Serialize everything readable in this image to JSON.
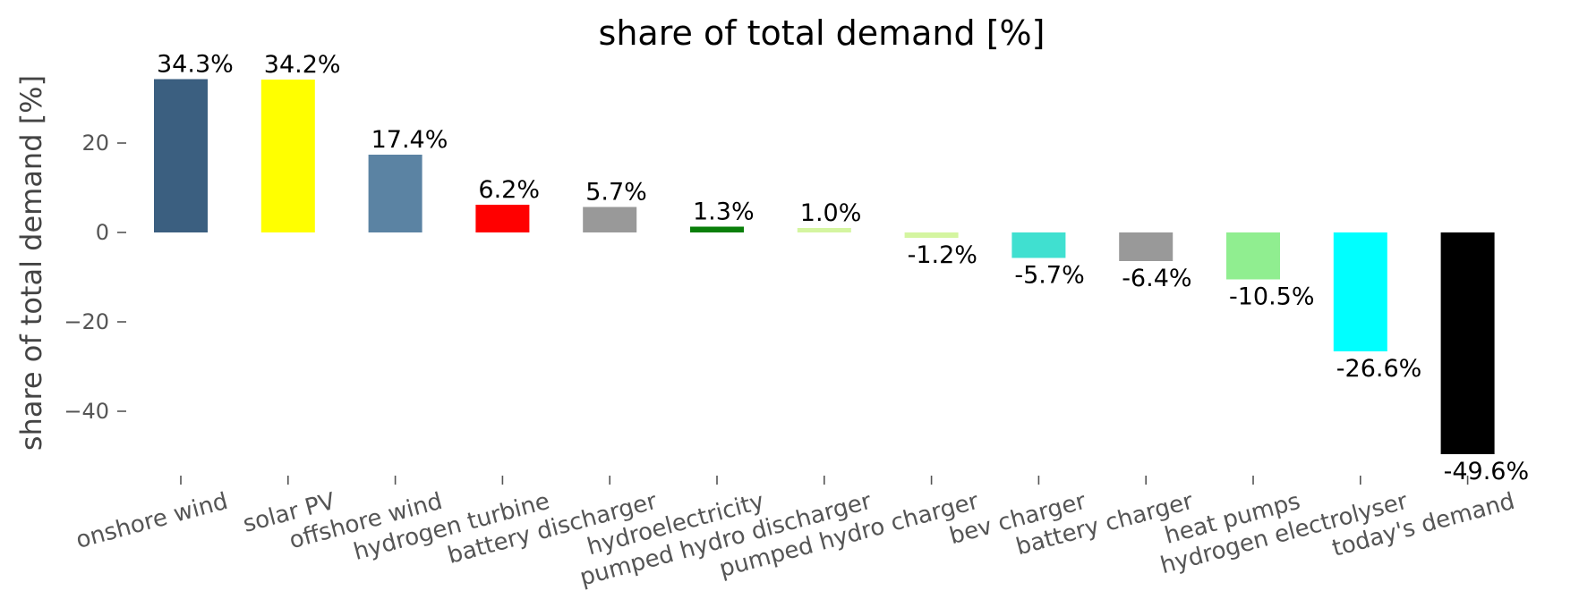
{
  "chart_data": {
    "type": "bar",
    "title": "share of total demand [%]",
    "xlabel": "",
    "ylabel": "share of total demand [%]",
    "ylim": [
      -54,
      38
    ],
    "yticks": [
      -40,
      -20,
      0,
      20
    ],
    "ytick_labels": [
      "−40",
      "−20",
      "0",
      "20"
    ],
    "grid": false,
    "categories": [
      "onshore wind",
      "solar PV",
      "offshore wind",
      "hydrogen turbine",
      "battery discharger",
      "hydroelectricity",
      "pumped hydro discharger",
      "pumped hydro charger",
      "bev charger",
      "battery charger",
      "heat pumps",
      "hydrogen electrolyser",
      "today's demand"
    ],
    "values": [
      34.3,
      34.2,
      17.4,
      6.2,
      5.7,
      1.3,
      1.0,
      -1.2,
      -5.7,
      -6.4,
      -10.5,
      -26.6,
      -49.6
    ],
    "data_labels": [
      "34.3%",
      "34.2%",
      "17.4%",
      "6.2%",
      "5.7%",
      "1.3%",
      "1.0%",
      "-1.2%",
      "-5.7%",
      "-6.4%",
      "-10.5%",
      "-26.6%",
      "-49.6%"
    ],
    "colors": [
      "#3b5f80",
      "#ffff00",
      "#5b83a3",
      "#ff0000",
      "#999999",
      "#0a7f0a",
      "#d4f5a0",
      "#d4f5a0",
      "#40e0d0",
      "#999999",
      "#90ee90",
      "#00ffff",
      "#000000"
    ]
  }
}
